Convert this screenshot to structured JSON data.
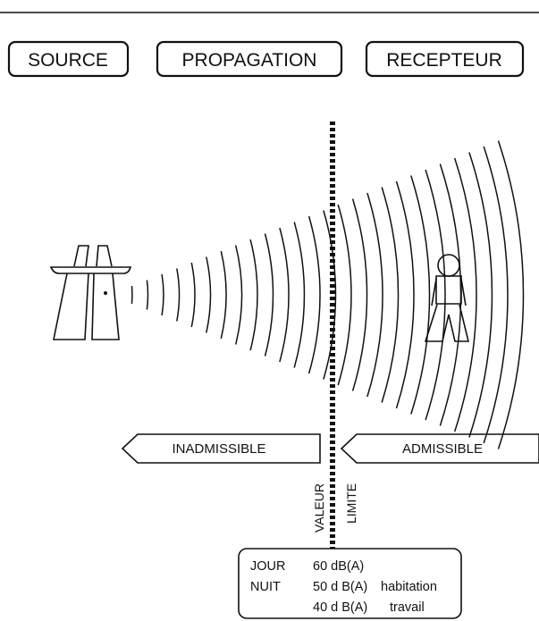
{
  "header": {
    "source": "SOURCE",
    "propagation": "PROPAGATION",
    "recepteur": "RECEPTEUR"
  },
  "zones": {
    "inadmissible": "INADMISSIBLE",
    "admissible": "ADMISSIBLE"
  },
  "limit_line": {
    "label_left": "VALEUR",
    "label_right": "LIMITE"
  },
  "limits_box": {
    "rows": [
      {
        "period": "JOUR",
        "value": "60 dB(A)",
        "note": ""
      },
      {
        "period": "NUIT",
        "value": "50 d B(A)",
        "note": "habitation"
      },
      {
        "period": "",
        "value": "40 d B(A)",
        "note": "travail"
      }
    ]
  },
  "icons": {
    "source": "road-icon",
    "receiver": "person-icon"
  }
}
